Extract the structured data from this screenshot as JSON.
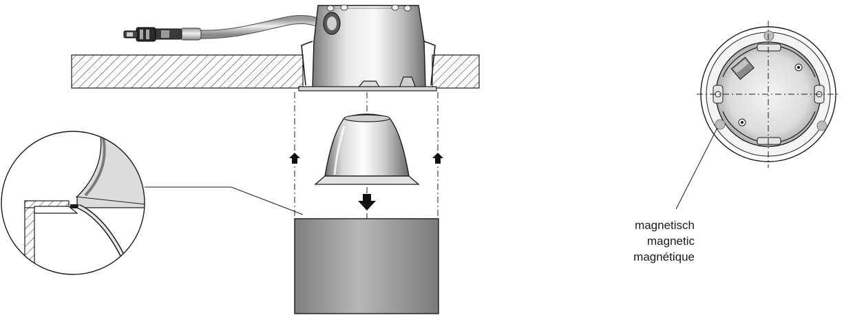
{
  "annotation": {
    "lines": [
      "magnetisch",
      "magnetic",
      "magnétique"
    ]
  },
  "colors": {
    "ink": "#1a1a1a",
    "metal_light": "#f2f2f2",
    "metal_mid": "#b9b9b9",
    "metal_dark": "#6e6e6e",
    "block_light": "#b5b5b5",
    "block_dark": "#7d7d7d"
  },
  "icons": {
    "up_arrows": "arrow-up-icon",
    "down_arrow": "arrow-down-icon",
    "connector": "plug-connector-icon",
    "magnets": "magnet-dot-icon"
  }
}
